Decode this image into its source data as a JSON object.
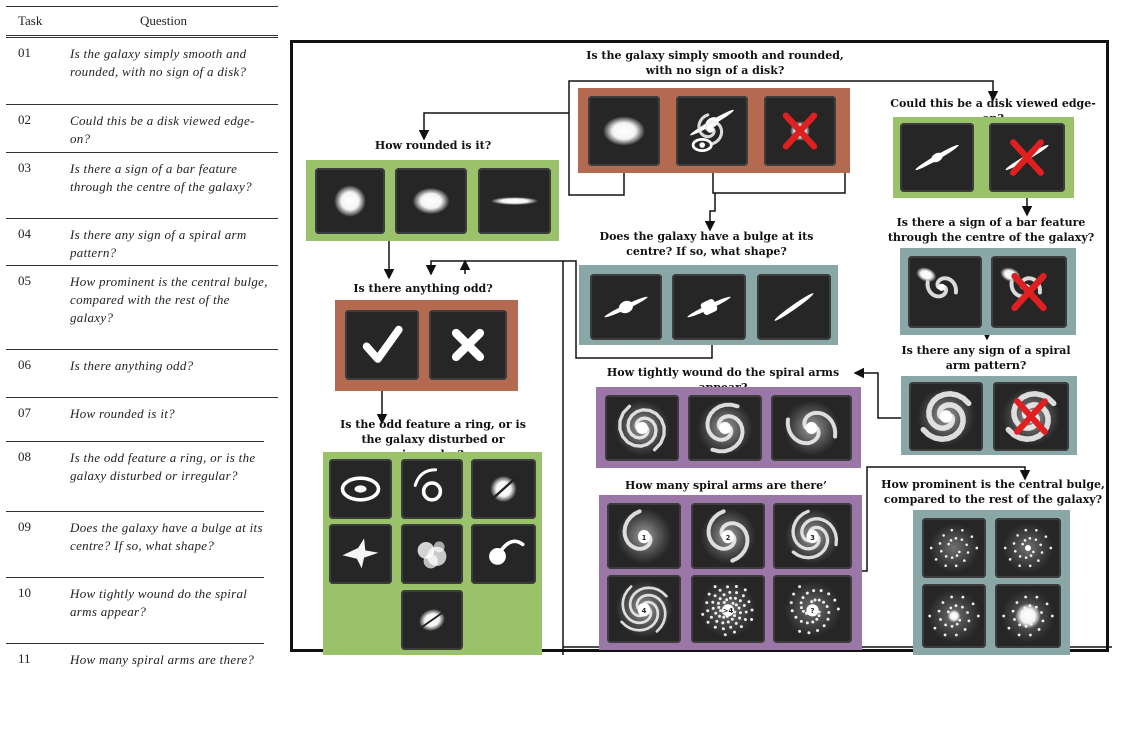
{
  "table": {
    "header_task": "Task",
    "header_question": "Question",
    "rows": [
      {
        "task": "01",
        "question": "Is the galaxy simply smooth and rounded, with no sign of a disk?"
      },
      {
        "task": "02",
        "question": "Could this be a disk viewed edge-on?"
      },
      {
        "task": "03",
        "question": "Is there a sign of a bar feature through the centre of the galaxy?"
      },
      {
        "task": "04",
        "question": "Is there any sign of a spiral arm pattern?"
      },
      {
        "task": "05",
        "question": "How prominent is the central bulge, compared with the rest of the galaxy?"
      },
      {
        "task": "06",
        "question": "Is there anything odd?"
      },
      {
        "task": "07",
        "question": "How rounded is it?"
      },
      {
        "task": "08",
        "question": "Is the odd feature a ring, or is the galaxy disturbed or irregular?"
      },
      {
        "task": "09",
        "question": "Does the galaxy have a bulge at its centre? If so, what shape?"
      },
      {
        "task": "10",
        "question": "How tightly wound do the spiral arms appear?"
      },
      {
        "task": "11",
        "question": "How many spiral arms are there?"
      }
    ]
  },
  "diagram": {
    "q_smooth": "Is the galaxy simply smooth and rounded, with no sign of a disk?",
    "q_edgeon": "Could this be a disk viewed edge-on?",
    "q_rounded": "How rounded is it?",
    "q_bar": "Is there a sign of a bar feature through the centre of the galaxy?",
    "q_bulge_shape": "Does the galaxy have a bulge at its centre? If so, what shape?",
    "q_odd": "Is there anything odd?",
    "q_spiral": "Is there any sign of a spiral arm pattern?",
    "q_tight": "How tightly wound do the spiral arms appear?",
    "q_oddfeature": "Is the odd feature a ring, or is the galaxy disturbed or irregular?",
    "q_arms": "How many spiral arms are there’",
    "q_prominence": "How prominent is the central bulge, compared to the rest of the galaxy?",
    "arm_labels": [
      "1",
      "2",
      "3",
      "4",
      ">4",
      "?"
    ]
  },
  "colors": {
    "brown": "#b36a50",
    "green": "#99c26b",
    "blue": "#8aa7a8",
    "purple": "#9b77a8",
    "tile": "#262626",
    "no_mark": "#e02020"
  }
}
